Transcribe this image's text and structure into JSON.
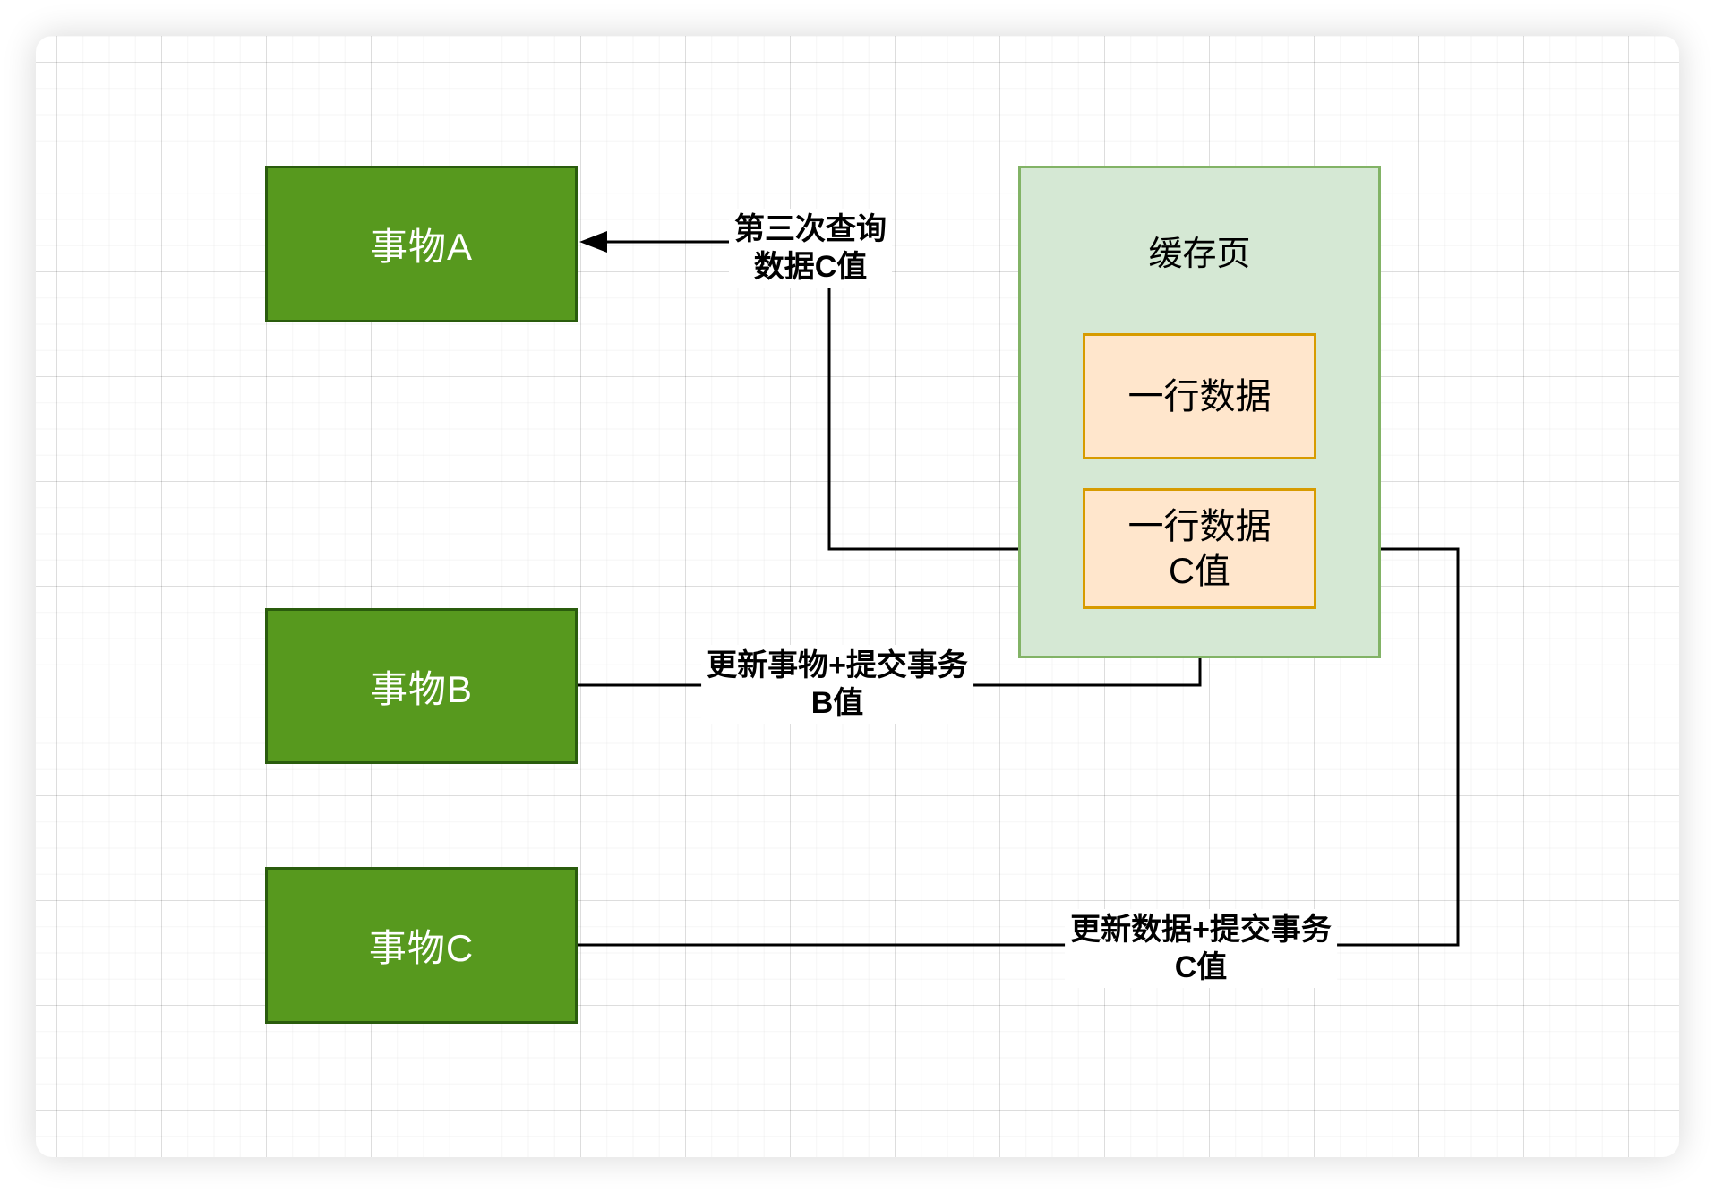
{
  "colors": {
    "node_fill": "#57991e",
    "node_stroke": "#2a5c0d",
    "node_text": "#ffffff",
    "container_fill": "#d5e8d4",
    "container_stroke": "#82b366",
    "row_fill": "#ffe6cc",
    "row_stroke": "#d79b00",
    "edge_color": "#000000",
    "label_text": "#000000"
  },
  "nodes": {
    "a": {
      "label": "事物A"
    },
    "b": {
      "label": "事物B"
    },
    "c": {
      "label": "事物C"
    }
  },
  "cache": {
    "title": "缓存页",
    "row1": {
      "label": "一行数据"
    },
    "row2": {
      "line1": "一行数据",
      "line2": "C值"
    }
  },
  "edge_labels": {
    "query": {
      "line1": "第三次查询",
      "line2": "数据C值"
    },
    "update_b": {
      "line1": "更新事物+提交事务",
      "line2": "B值"
    },
    "update_c": {
      "line1": "更新数据+提交事务",
      "line2": "C值"
    }
  }
}
